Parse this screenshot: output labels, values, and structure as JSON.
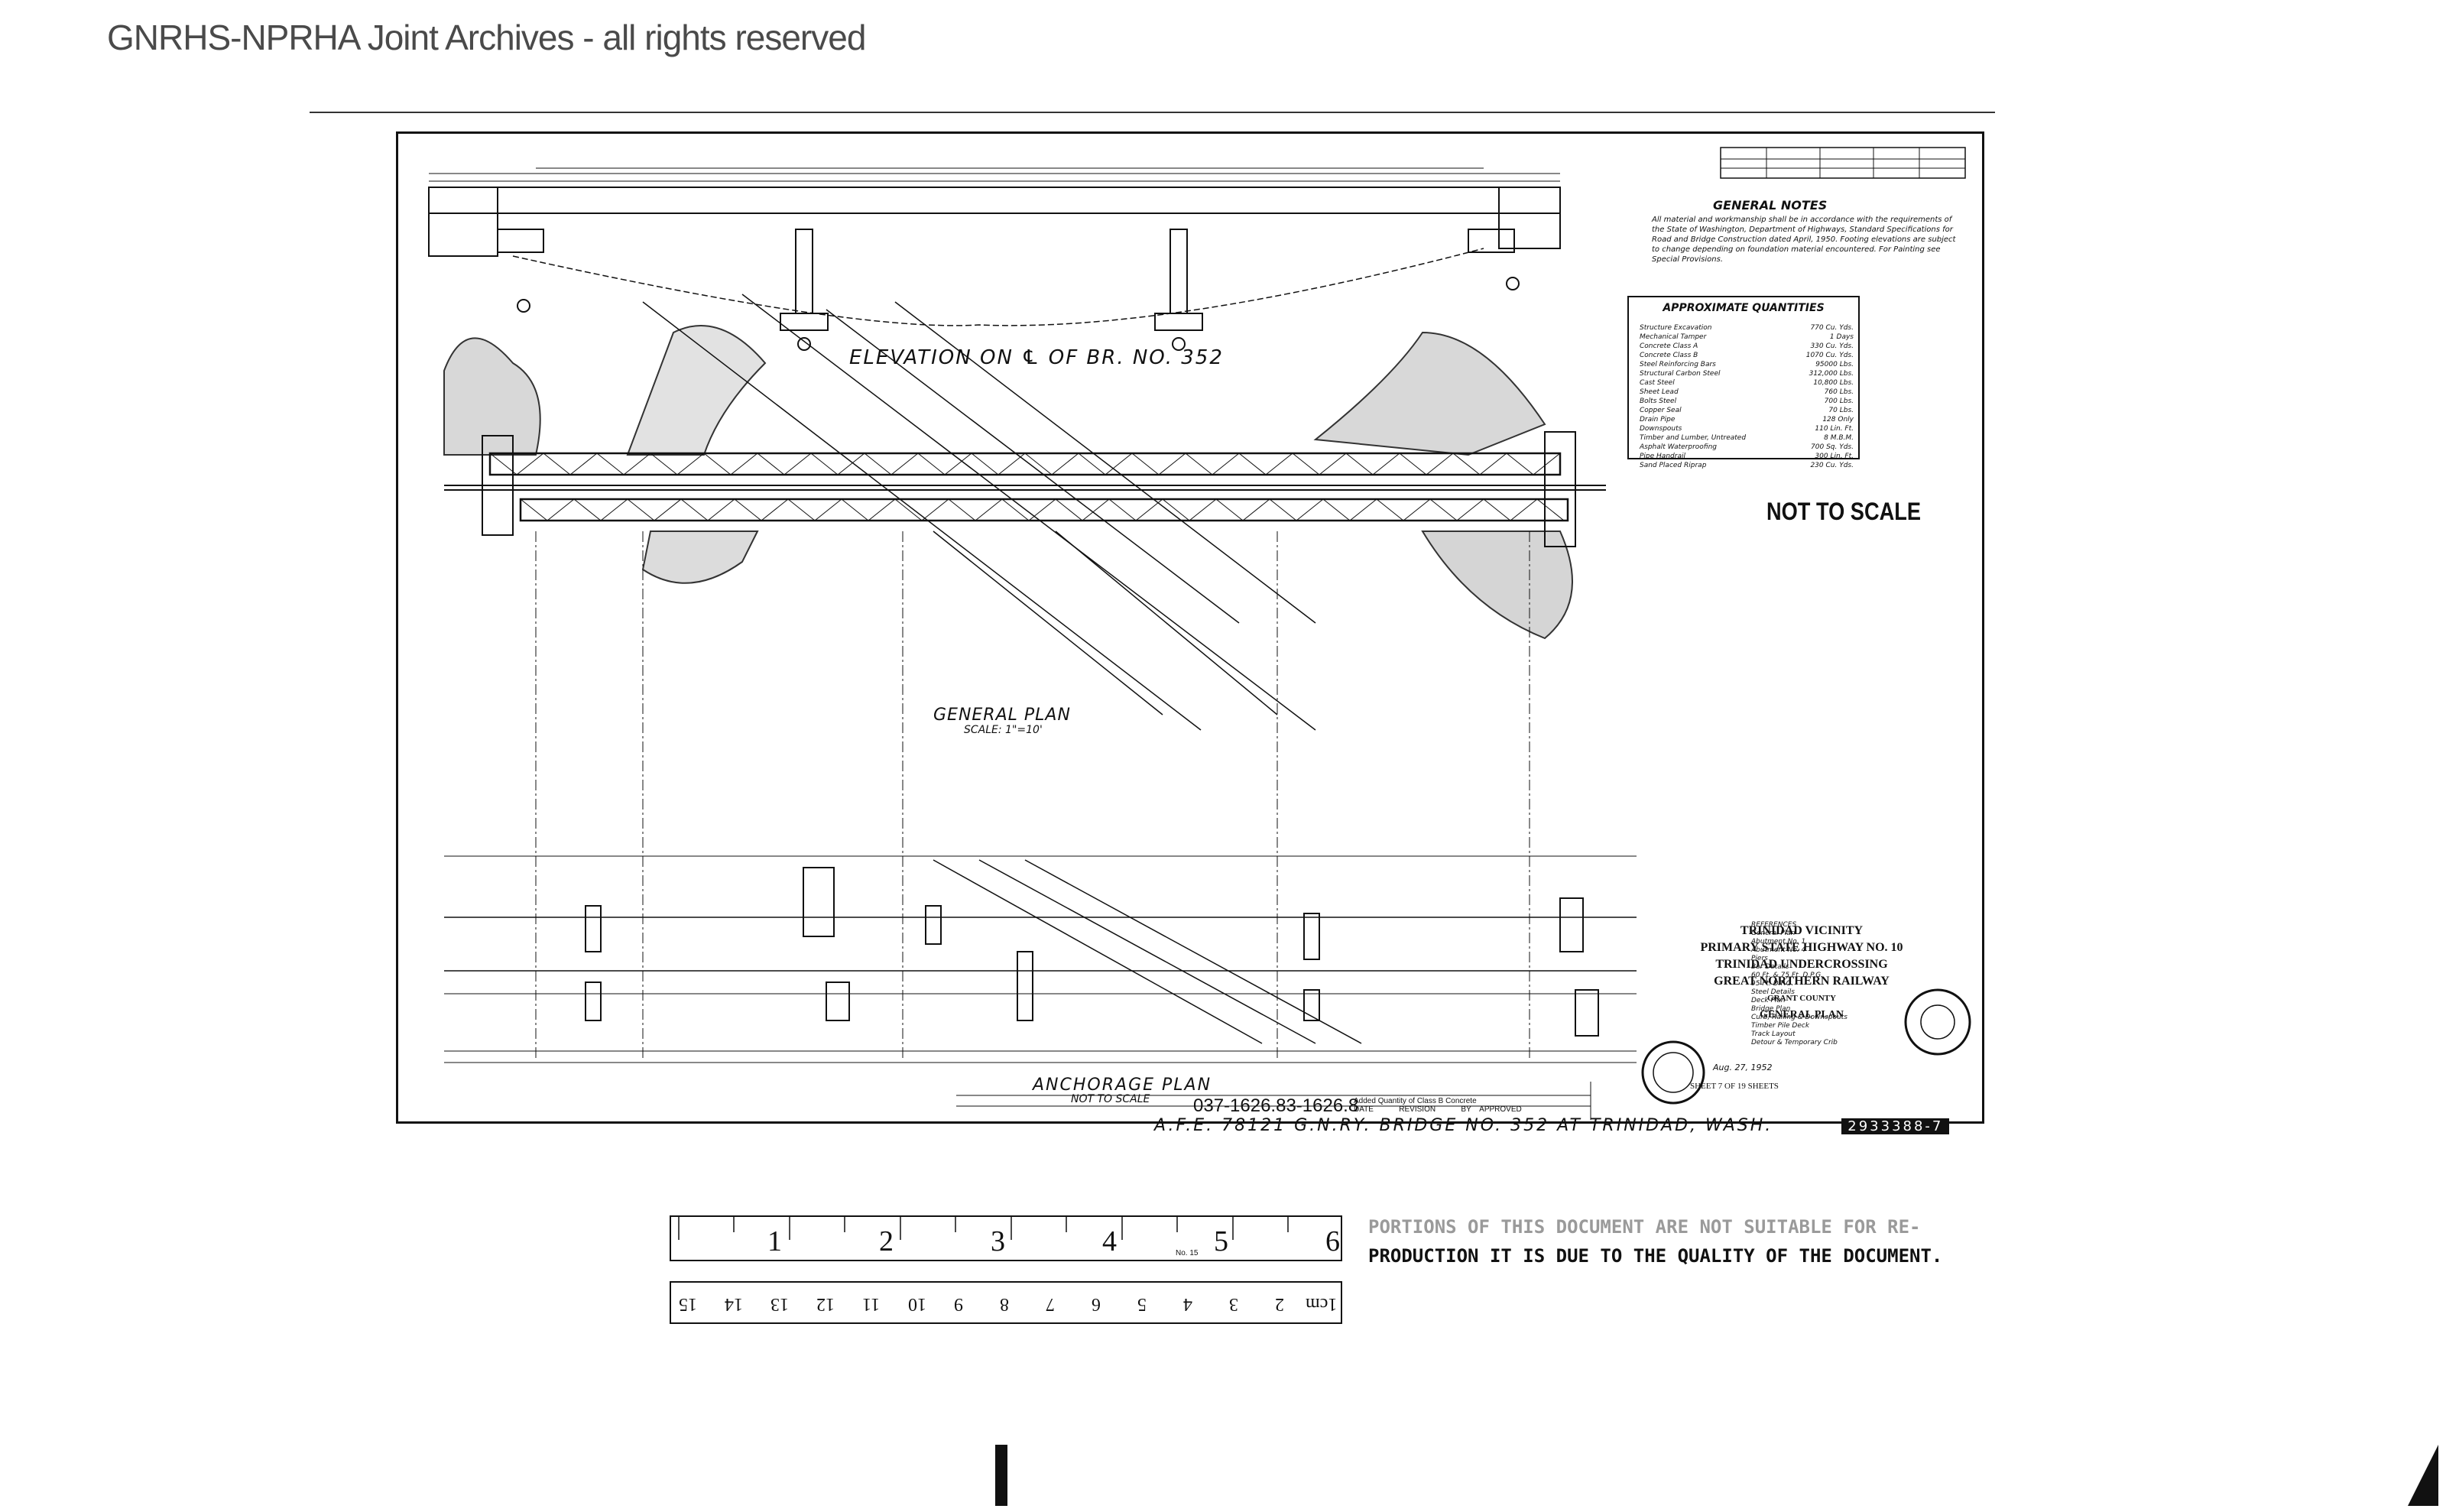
{
  "watermark": "GNRHS-NPRHA Joint Archives - all rights reserved",
  "drawing": {
    "elevation_title": "ELEVATION ON ℄ OF BR. NO. 352",
    "plan_title": "GENERAL PLAN",
    "plan_scale": "SCALE: 1\"=10'",
    "anchorage_title": "ANCHORAGE PLAN",
    "anchorage_scale": "NOT TO SCALE",
    "not_to_scale": "NOT TO SCALE",
    "general_notes_title": "GENERAL NOTES",
    "general_notes_body": "All material and workmanship shall be in accordance with the requirements of the State of Washington, Department of Highways, Standard Specifications for Road and Bridge Construction dated April, 1950. Footing elevations are subject to change depending on foundation material encountered. For Painting see Special Provisions.",
    "quantities_title": "APPROXIMATE QUANTITIES",
    "quantities": [
      {
        "item": "Structure Excavation",
        "qty": "770",
        "unit": "Cu. Yds."
      },
      {
        "item": "Mechanical Tamper",
        "qty": "1",
        "unit": "Days"
      },
      {
        "item": "Concrete Class A",
        "qty": "330",
        "unit": "Cu. Yds."
      },
      {
        "item": "Concrete Class B",
        "qty": "1070",
        "unit": "Cu. Yds."
      },
      {
        "item": "Steel Reinforcing Bars",
        "qty": "95000",
        "unit": "Lbs."
      },
      {
        "item": "Structural Carbon Steel",
        "qty": "312,000",
        "unit": "Lbs."
      },
      {
        "item": "Cast Steel",
        "qty": "10,800",
        "unit": "Lbs."
      },
      {
        "item": "Sheet Lead",
        "qty": "760",
        "unit": "Lbs."
      },
      {
        "item": "Bolts Steel",
        "qty": "700",
        "unit": "Lbs."
      },
      {
        "item": "Copper Seal",
        "qty": "70",
        "unit": "Lbs."
      },
      {
        "item": "Drain Pipe",
        "qty": "128",
        "unit": "Only"
      },
      {
        "item": "Downspouts",
        "qty": "110",
        "unit": "Lin. Ft."
      },
      {
        "item": "Timber and Lumber, Untreated",
        "qty": "8",
        "unit": "M.B.M."
      },
      {
        "item": "Asphalt Waterproofing",
        "qty": "700",
        "unit": "Sq. Yds."
      },
      {
        "item": "Pipe Handrail",
        "qty": "300",
        "unit": "Lin. Ft."
      },
      {
        "item": "Sand Placed Riprap",
        "qty": "230",
        "unit": "Cu. Yds."
      }
    ],
    "title_block": [
      "TRINIDAD VICINITY",
      "PRIMARY STATE HIGHWAY NO. 10",
      "TRINIDAD UNDERCROSSING",
      "GREAT NORTHERN RAILWAY",
      "GRANT COUNTY",
      "GENERAL PLAN"
    ],
    "tb_date": "Aug. 27, 1952",
    "sheet_no": "SHEET 7 OF 19 SHEETS",
    "drawing_number": "037-1626.83-1626.8",
    "revision_header": [
      "DATE",
      "REVISION",
      "BY",
      "APPROVED"
    ],
    "revision_note": "Added Quantity of Class B Concrete",
    "bottom_caption": "A.F.E. 78121   G.N.RY.  BRIDGE NO. 352 AT TRINIDAD, WASH.",
    "stamp_no": "2933388-7",
    "references_title": "REFERENCES",
    "references": [
      "General Plan",
      "Abutment No. 1",
      "Abutment No. 4",
      "Piers",
      "Bar Details",
      "60 Ft. & 75 Ft. D.P.G.",
      "95 Ft. D.P.G.",
      "Steel Details",
      "Deck Plan",
      "Bridge Plan",
      "Curb, Railing & Downspouts",
      "Timber Pile Deck",
      "Track Layout",
      "Detour & Temporary Crib"
    ]
  },
  "ruler": {
    "top_numbers": [
      "1",
      "2",
      "3",
      "4",
      "5",
      "6"
    ],
    "bottom_numbers": [
      "15",
      "14",
      "13",
      "12",
      "11",
      "10",
      "9",
      "8",
      "7",
      "6",
      "5",
      "4",
      "3",
      "2",
      "1cm"
    ],
    "label": "No. 15"
  },
  "quality_note": {
    "line1": "PORTIONS OF THIS DOCUMENT ARE NOT SUITABLE FOR RE-",
    "line2": "PRODUCTION IT IS DUE TO THE QUALITY OF THE DOCUMENT."
  }
}
